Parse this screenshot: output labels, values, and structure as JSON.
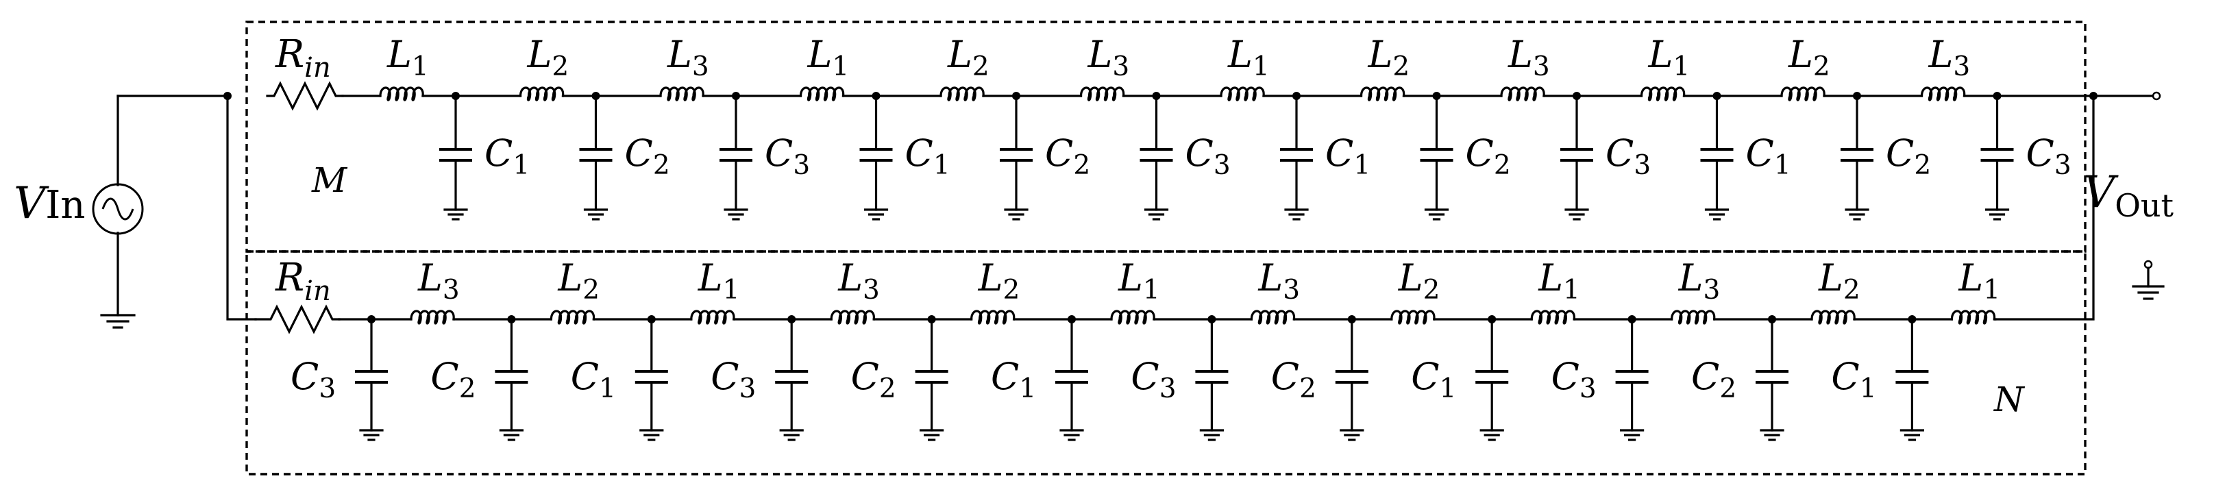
{
  "source": {
    "label_main": "V",
    "label_sub": "In"
  },
  "output": {
    "label_main": "V",
    "label_sub": "Out"
  },
  "chain_top": {
    "name": "M",
    "resistor": {
      "main": "R",
      "sub": "in"
    },
    "sections": [
      {
        "inductor": "L1",
        "capacitor": "C1"
      },
      {
        "inductor": "L2",
        "capacitor": "C2"
      },
      {
        "inductor": "L3",
        "capacitor": "C3"
      },
      {
        "inductor": "L1",
        "capacitor": "C1"
      },
      {
        "inductor": "L2",
        "capacitor": "C2"
      },
      {
        "inductor": "L3",
        "capacitor": "C3"
      },
      {
        "inductor": "L1",
        "capacitor": "C1"
      },
      {
        "inductor": "L2",
        "capacitor": "C2"
      },
      {
        "inductor": "L3",
        "capacitor": "C3"
      },
      {
        "inductor": "L1",
        "capacitor": "C1"
      },
      {
        "inductor": "L2",
        "capacitor": "C2"
      },
      {
        "inductor": "L3",
        "capacitor": "C3"
      }
    ]
  },
  "chain_bottom": {
    "name": "N",
    "resistor": {
      "main": "R",
      "sub": "in"
    },
    "sections": [
      {
        "capacitor": "C3",
        "inductor": "L3"
      },
      {
        "capacitor": "C2",
        "inductor": "L2"
      },
      {
        "capacitor": "C1",
        "inductor": "L1"
      },
      {
        "capacitor": "C3",
        "inductor": "L3"
      },
      {
        "capacitor": "C2",
        "inductor": "L2"
      },
      {
        "capacitor": "C1",
        "inductor": "L1"
      },
      {
        "capacitor": "C3",
        "inductor": "L3"
      },
      {
        "capacitor": "C2",
        "inductor": "L2"
      },
      {
        "capacitor": "C1",
        "inductor": "L1"
      },
      {
        "capacitor": "C3",
        "inductor": "L3"
      },
      {
        "capacitor": "C2",
        "inductor": "L2"
      },
      {
        "capacitor": "C1",
        "inductor": "L1"
      }
    ]
  }
}
